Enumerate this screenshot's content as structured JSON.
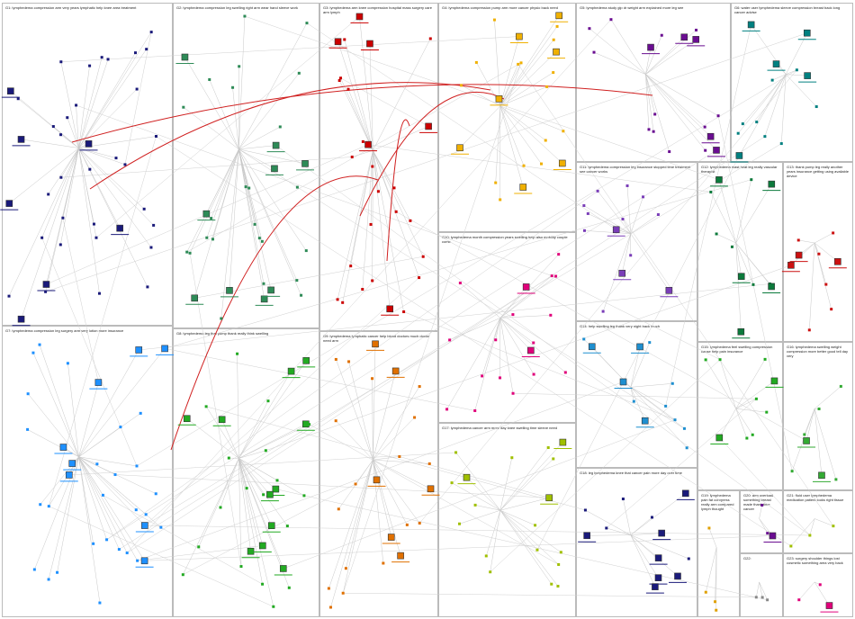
{
  "groups": [
    {
      "label": "G1: lymphedema compression arm very years lymphatic help knee area treatment",
      "color": "#1a1a7a"
    },
    {
      "label": "G2: lymphedema compression leg swelling right arm wear hand sleeve work",
      "color": "#2e8b57"
    },
    {
      "label": "G3: lymphedema arm knee compression hospital mass surgery care arm lymph",
      "color": "#cc0000"
    },
    {
      "label": "G4: lymphedema compression pump arm more cancer physio back need",
      "color": "#f0b000"
    },
    {
      "label": "G5: lymphedema study glp dr weight arm explained more leg see",
      "color": "#6a0d91"
    },
    {
      "label": "G6: water user lymphedema sleeve compression breast back long cancer advise",
      "color": "#008080"
    },
    {
      "label": "G7: lymphedema compression leg surgery arm very lotion more insurance",
      "color": "#1e90ff"
    },
    {
      "label": "G8: lymphedema leg that pump thank really think swelling",
      "color": "#22aa22"
    },
    {
      "label": "G9: lymphedema lymphatic cancer help blood doctors much doctor need arm",
      "color": "#e07000"
    },
    {
      "label": "G10: lymphedema month compression years swelling help also mobility couple come",
      "color": "#e0007a"
    },
    {
      "label": "G11: lymphedema compression leg insurance stopped time treatment see cancer works",
      "color": "#7a3db8"
    },
    {
      "label": "G12: lymphedema mast heat leg really vascular therapist",
      "color": "#0b7a3b"
    },
    {
      "label": "G13: thank pump leg really another years insurance getting using available device",
      "color": "#cc1010"
    },
    {
      "label": "G14: help swelling leg thank very night back much",
      "color": "#1e8fd0"
    },
    {
      "label": "G15: lymphedema feel swelling compression cause help pain insurance",
      "color": "#22aa22"
    },
    {
      "label": "G16: lymphedema swelling weight compression more better good tell day very",
      "color": "#33aa33"
    },
    {
      "label": "G17: lymphedema cancer arm more day knee swelling time sleeve need",
      "color": "#a0c000"
    },
    {
      "label": "G18: leg lymphedema knee that cancer pain more day over time",
      "color": "#1a1a7a"
    },
    {
      "label": "G19: lymphedema pain fat compress really arm compared lymph thought",
      "color": "#e0a000"
    },
    {
      "label": "G20: arm overload something breast made thank time cancer",
      "color": "#6a0d91"
    },
    {
      "label": "G21: fluid user lymphedema medication patient looks right tissue",
      "color": "#a0c000"
    },
    {
      "label": "G22:",
      "color": "#888888"
    },
    {
      "label": "G23: surgery shoulder things lost cosmetic something area very back",
      "color": "#e0007a"
    }
  ]
}
